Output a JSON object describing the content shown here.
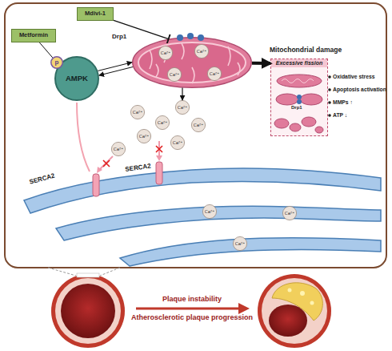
{
  "diagram": {
    "nodes": [
      {
        "text": [
          "Mdivi-1"
        ]
      },
      {
        "text": [
          "Metformin"
        ]
      },
      {
        "text": [
          "AMPK"
        ]
      },
      {
        "text": [
          "p"
        ],
        "in": 2
      },
      {
        "text": [
          "Drp1"
        ]
      },
      {
        "text": [
          "Ca²⁺"
        ],
        "in": 4
      },
      {
        "text": [
          "Ca²⁺"
        ],
        "in": 4
      },
      {
        "text": [
          "Ca²⁺"
        ],
        "in": 4
      },
      {
        "text": [
          "Ca²⁺"
        ],
        "in": 4
      },
      {
        "text": [
          "Mitochondrial damage",
          "Excessive fission"
        ]
      },
      {
        "text": [
          "Ca²⁺"
        ]
      },
      {
        "text": [
          "Ca²⁺"
        ]
      },
      {
        "text": [
          "Ca²⁺"
        ]
      },
      {
        "text": [
          "Ca²⁺"
        ]
      },
      {
        "text": [
          "Ca²⁺"
        ]
      },
      {
        "text": [
          "Ca²⁺"
        ]
      },
      {
        "text": [
          "Ca²⁺"
        ]
      },
      {
        "text": [
          "Ca²⁺"
        ]
      },
      {
        "text": [
          "Ca²⁺"
        ]
      },
      {
        "text": [
          "Ca²⁺"
        ]
      }
    ],
    "edges": [
      {
        "from": 0,
        "to": 4,
        "arrow": "to"
      },
      {
        "from": 1,
        "to": 3,
        "arrow": "none"
      },
      {
        "from": 2,
        "to": 4,
        "arrow": "to"
      },
      {
        "from": 4,
        "to": 2,
        "arrow": "to"
      },
      {
        "from": 4,
        "to": 9,
        "arrow": "to"
      },
      {
        "from": 4,
        "to": 10,
        "arrow": "to"
      }
    ],
    "labels": [
      "Drp1",
      "Oxidative stress",
      "Apoptosis activation",
      "MMPs ↑",
      "ATP ↓",
      "SERCA2",
      "SERCA2",
      "Plaque instability",
      "Atherosclerotic plaque progression"
    ]
  }
}
